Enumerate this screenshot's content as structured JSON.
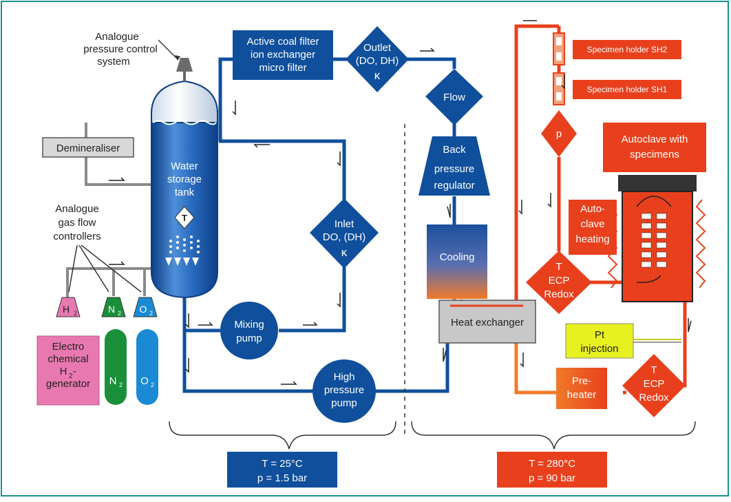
{
  "labels": {
    "analogue_pressure_control": [
      "Analogue",
      "pressure control",
      "system"
    ],
    "demineraliser": "Demineraliser",
    "water_storage_tank": [
      "Water",
      "storage",
      "tank"
    ],
    "gas_flow_controllers": [
      "Analogue",
      "gas flow",
      "controllers"
    ],
    "temperature_symbol": "T",
    "h2_cone": "H",
    "n2_cone": "N",
    "o2_cone": "O",
    "subscript_2": "2",
    "h2_generator": [
      "Electro",
      "chemical",
      "H",
      "2",
      "-",
      "generator"
    ],
    "n2_bottle": "N",
    "o2_bottle": "O",
    "active_coal_filter": [
      "Active coal filter",
      "ion exchanger",
      "micro filter"
    ],
    "outlet": [
      "Outlet",
      "(DO, DH)",
      "κ"
    ],
    "flow": "Flow",
    "back_pressure_regulator": [
      "Back",
      "pressure",
      "regulator"
    ],
    "inlet": [
      "Inlet",
      "DO, (DH)",
      "κ"
    ],
    "mixing_pump": [
      "Mixing",
      "pump"
    ],
    "high_pressure_pump": [
      "High",
      "pressure",
      "pump"
    ],
    "cooling": "Cooling",
    "heat_exchanger": "Heat exchanger",
    "specimen_holder_sh2": "Specimen holder SH2",
    "specimen_holder_sh1": "Specimen holder SH1",
    "pressure_sensor": "p",
    "autoclave_with_specimens": [
      "Autoclave with",
      "specimens"
    ],
    "autoclave_heating": [
      "Auto-",
      "clave",
      "heating"
    ],
    "ecp_redox_upper": [
      "T",
      "ECP",
      "Redox"
    ],
    "ecp_redox_lower": [
      "T",
      "ECP",
      "Redox"
    ],
    "pt_injection": [
      "Pt",
      "injection"
    ],
    "preheater": [
      "Pre-",
      "heater"
    ],
    "low_temp_condition": [
      "T = 25°C",
      "p = 1.5 bar"
    ],
    "high_temp_condition": [
      "T = 280°C",
      "p = 90 bar"
    ]
  },
  "colors": {
    "frame": "#1a8f8f",
    "blue_loop": "#0f4f9c",
    "red_loop": "#e8401c",
    "orange": "#f07a2a",
    "grey_pipe": "#8a8a8a",
    "tank_blue": "#1c5fb0",
    "h2_pink": "#e879b0",
    "n2_green": "#1a8f3a",
    "o2_blue": "#1a8ad4",
    "pt_yellow": "#e8f020"
  }
}
